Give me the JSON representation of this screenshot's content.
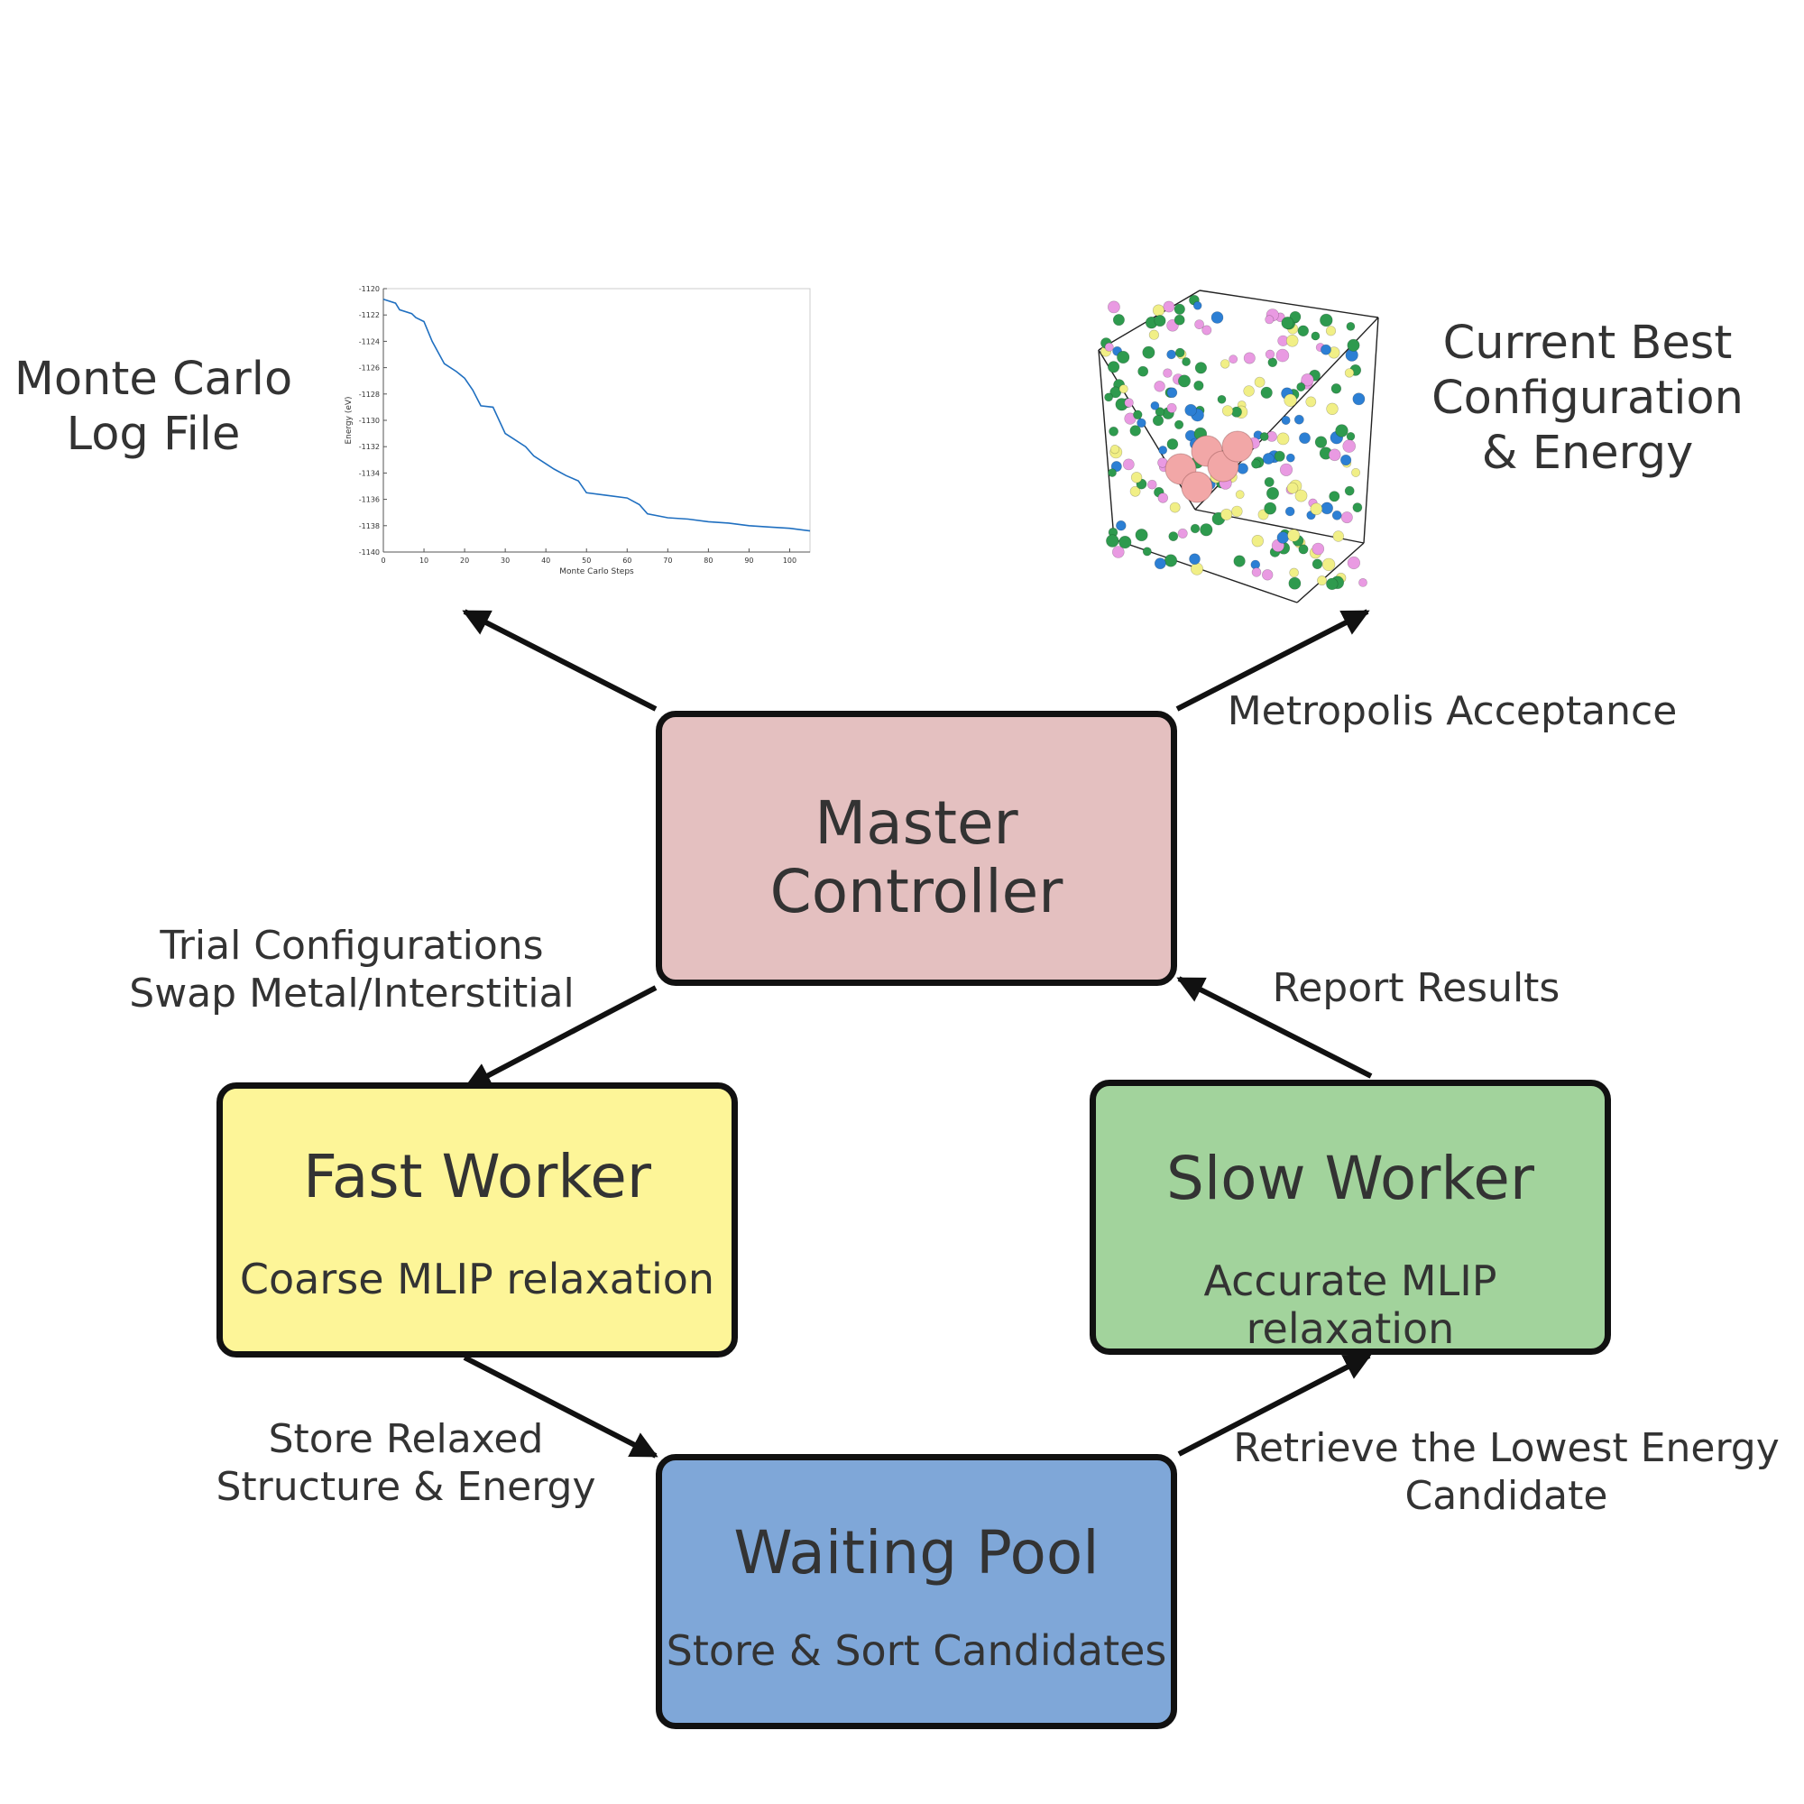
{
  "nodes": {
    "master": {
      "title": [
        "Master",
        "Controller"
      ],
      "color": "#e4c0c0"
    },
    "fast": {
      "title": "Fast Worker",
      "subtitle": "Coarse MLIP relaxation",
      "color": "#fdf598"
    },
    "slow": {
      "title": "Slow Worker",
      "subtitle": "Accurate MLIP relaxation",
      "color": "#a2d39c"
    },
    "pool": {
      "title": "Waiting Pool",
      "subtitle": "Store & Sort Candidates",
      "color": "#7fa7d8"
    }
  },
  "outputs": {
    "log_file": [
      "Monte Carlo",
      "Log File"
    ],
    "best_config": [
      "Current Best",
      "Configuration",
      "& Energy"
    ]
  },
  "edges": {
    "metropolis": "Metropolis Acceptance",
    "trial": [
      "Trial Configurations",
      "Swap Metal/Interstitial"
    ],
    "report": "Report Results",
    "store": [
      "Store Relaxed",
      "Structure & Energy"
    ],
    "retrieve": [
      "Retrieve the Lowest Energy",
      "Candidate"
    ]
  },
  "chart_data": {
    "type": "line",
    "xlabel": "Monte Carlo Steps",
    "ylabel": "Energy (eV)",
    "xlim": [
      0,
      105
    ],
    "ylim": [
      -1140,
      -1120
    ],
    "x_ticks": [
      "0",
      "10",
      "20",
      "30",
      "40",
      "50",
      "60",
      "70",
      "80",
      "90",
      "100"
    ],
    "y_ticks": [
      "-1120",
      "-1122",
      "-1124",
      "-1126",
      "-1128",
      "-1130",
      "-1132",
      "-1134",
      "-1136",
      "-1138",
      "-1140"
    ],
    "grid": false,
    "series": [
      {
        "color": "#1f6fc0",
        "x": [
          0,
          3,
          4,
          7,
          8,
          10,
          12,
          15,
          18,
          20,
          22,
          24,
          27,
          30,
          32,
          35,
          37,
          40,
          42,
          45,
          48,
          50,
          55,
          60,
          63,
          65,
          70,
          75,
          80,
          85,
          90,
          95,
          100,
          105
        ],
        "y": [
          -1120.8,
          -1121.1,
          -1121.6,
          -1121.9,
          -1122.2,
          -1122.5,
          -1124.0,
          -1125.7,
          -1126.3,
          -1126.8,
          -1127.7,
          -1128.9,
          -1129.0,
          -1131.0,
          -1131.4,
          -1132.0,
          -1132.7,
          -1133.3,
          -1133.7,
          -1134.2,
          -1134.6,
          -1135.5,
          -1135.7,
          -1135.9,
          -1136.4,
          -1137.1,
          -1137.4,
          -1137.5,
          -1137.7,
          -1137.8,
          -1138.0,
          -1138.1,
          -1138.2,
          -1138.4
        ]
      }
    ]
  },
  "colors": {
    "arrow": "#111111",
    "text": "#333333",
    "atom_green": "#2e9a4e",
    "atom_blue": "#2c7fd4",
    "atom_yellow": "#f1ef86",
    "atom_pink": "#e99ae2",
    "atom_large": "#f2a7a7"
  }
}
